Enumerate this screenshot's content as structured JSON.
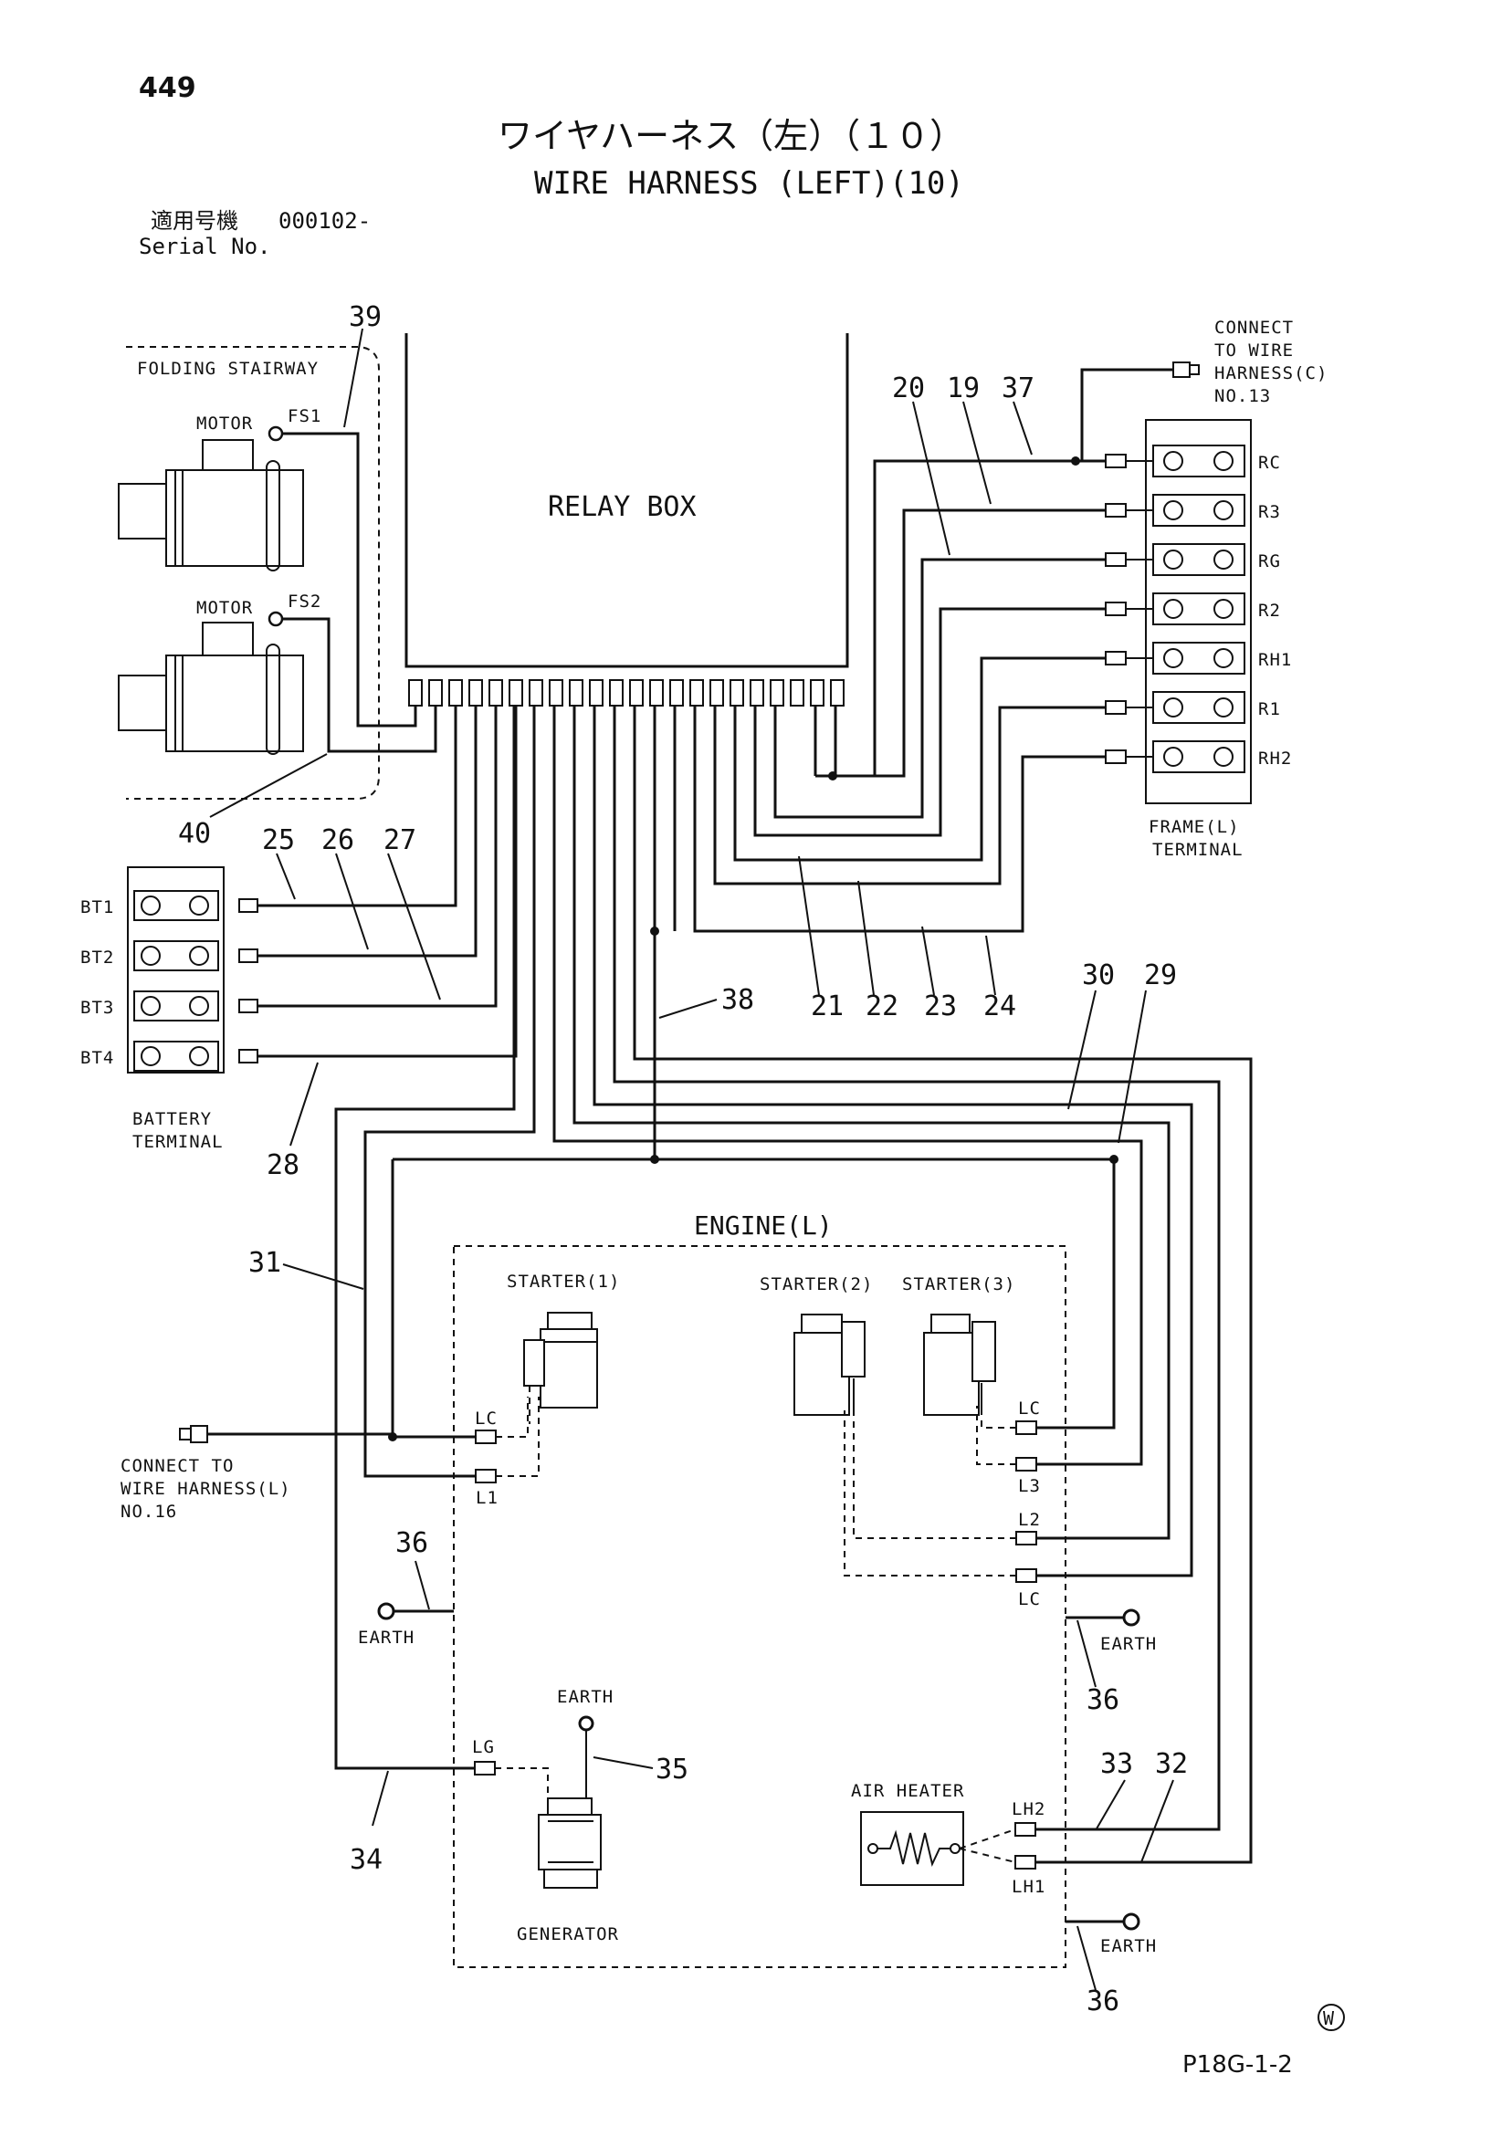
{
  "header": {
    "page_number": "449",
    "title_jp": "ワイヤハーネス（左）（１０）",
    "title_en": "WIRE HARNESS (LEFT)(10)",
    "serial_label_jp": "適用号機",
    "serial_value": "000102-",
    "serial_label_en": "Serial No."
  },
  "labels": {
    "folding_stairway": "FOLDING STAIRWAY",
    "motor_1": "MOTOR",
    "motor_2": "MOTOR",
    "fs1": "FS1",
    "fs2": "FS2",
    "relay_box": "RELAY BOX",
    "connect_c_1": "CONNECT",
    "connect_c_2": "TO WIRE",
    "connect_c_3": "HARNESS(C)",
    "connect_c_4": "NO.13",
    "frame_terminal_1": "FRAME(L)",
    "frame_terminal_2": "TERMINAL",
    "battery_terminal_1": "BATTERY",
    "battery_terminal_2": "TERMINAL",
    "engine": "ENGINE(L)",
    "starter_1": "STARTER(1)",
    "starter_2": "STARTER(2)",
    "starter_3": "STARTER(3)",
    "connect_l_1": "CONNECT TO",
    "connect_l_2": "WIRE HARNESS(L)",
    "connect_l_3": "NO.16",
    "earth_left": "EARTH",
    "earth_gen": "EARTH",
    "earth_right_1": "EARTH",
    "earth_right_2": "EARTH",
    "generator": "GENERATOR",
    "air_heater": "AIR HEATER"
  },
  "frame_terminals": [
    "RC",
    "R3",
    "RG",
    "R2",
    "RH1",
    "R1",
    "RH2"
  ],
  "battery_terminals": [
    "BT1",
    "BT2",
    "BT3",
    "BT4"
  ],
  "terminal_tags": {
    "lc_s1": "LC",
    "l1": "L1",
    "lc_s3": "LC",
    "l3": "L3",
    "l2": "L2",
    "lc_s2": "LC",
    "lg": "LG",
    "lh2": "LH2",
    "lh1": "LH1"
  },
  "callouts": {
    "n39": "39",
    "n40": "40",
    "n20": "20",
    "n19": "19",
    "n37": "37",
    "n25": "25",
    "n26": "26",
    "n27": "27",
    "n28": "28",
    "n21": "21",
    "n22": "22",
    "n23": "23",
    "n24": "24",
    "n38": "38",
    "n30": "30",
    "n29": "29",
    "n31": "31",
    "n36a": "36",
    "n36b": "36",
    "n36c": "36",
    "n35": "35",
    "n34": "34",
    "n33": "33",
    "n32": "32"
  },
  "footer": {
    "mark": "W",
    "code": "P18G-1-2"
  }
}
